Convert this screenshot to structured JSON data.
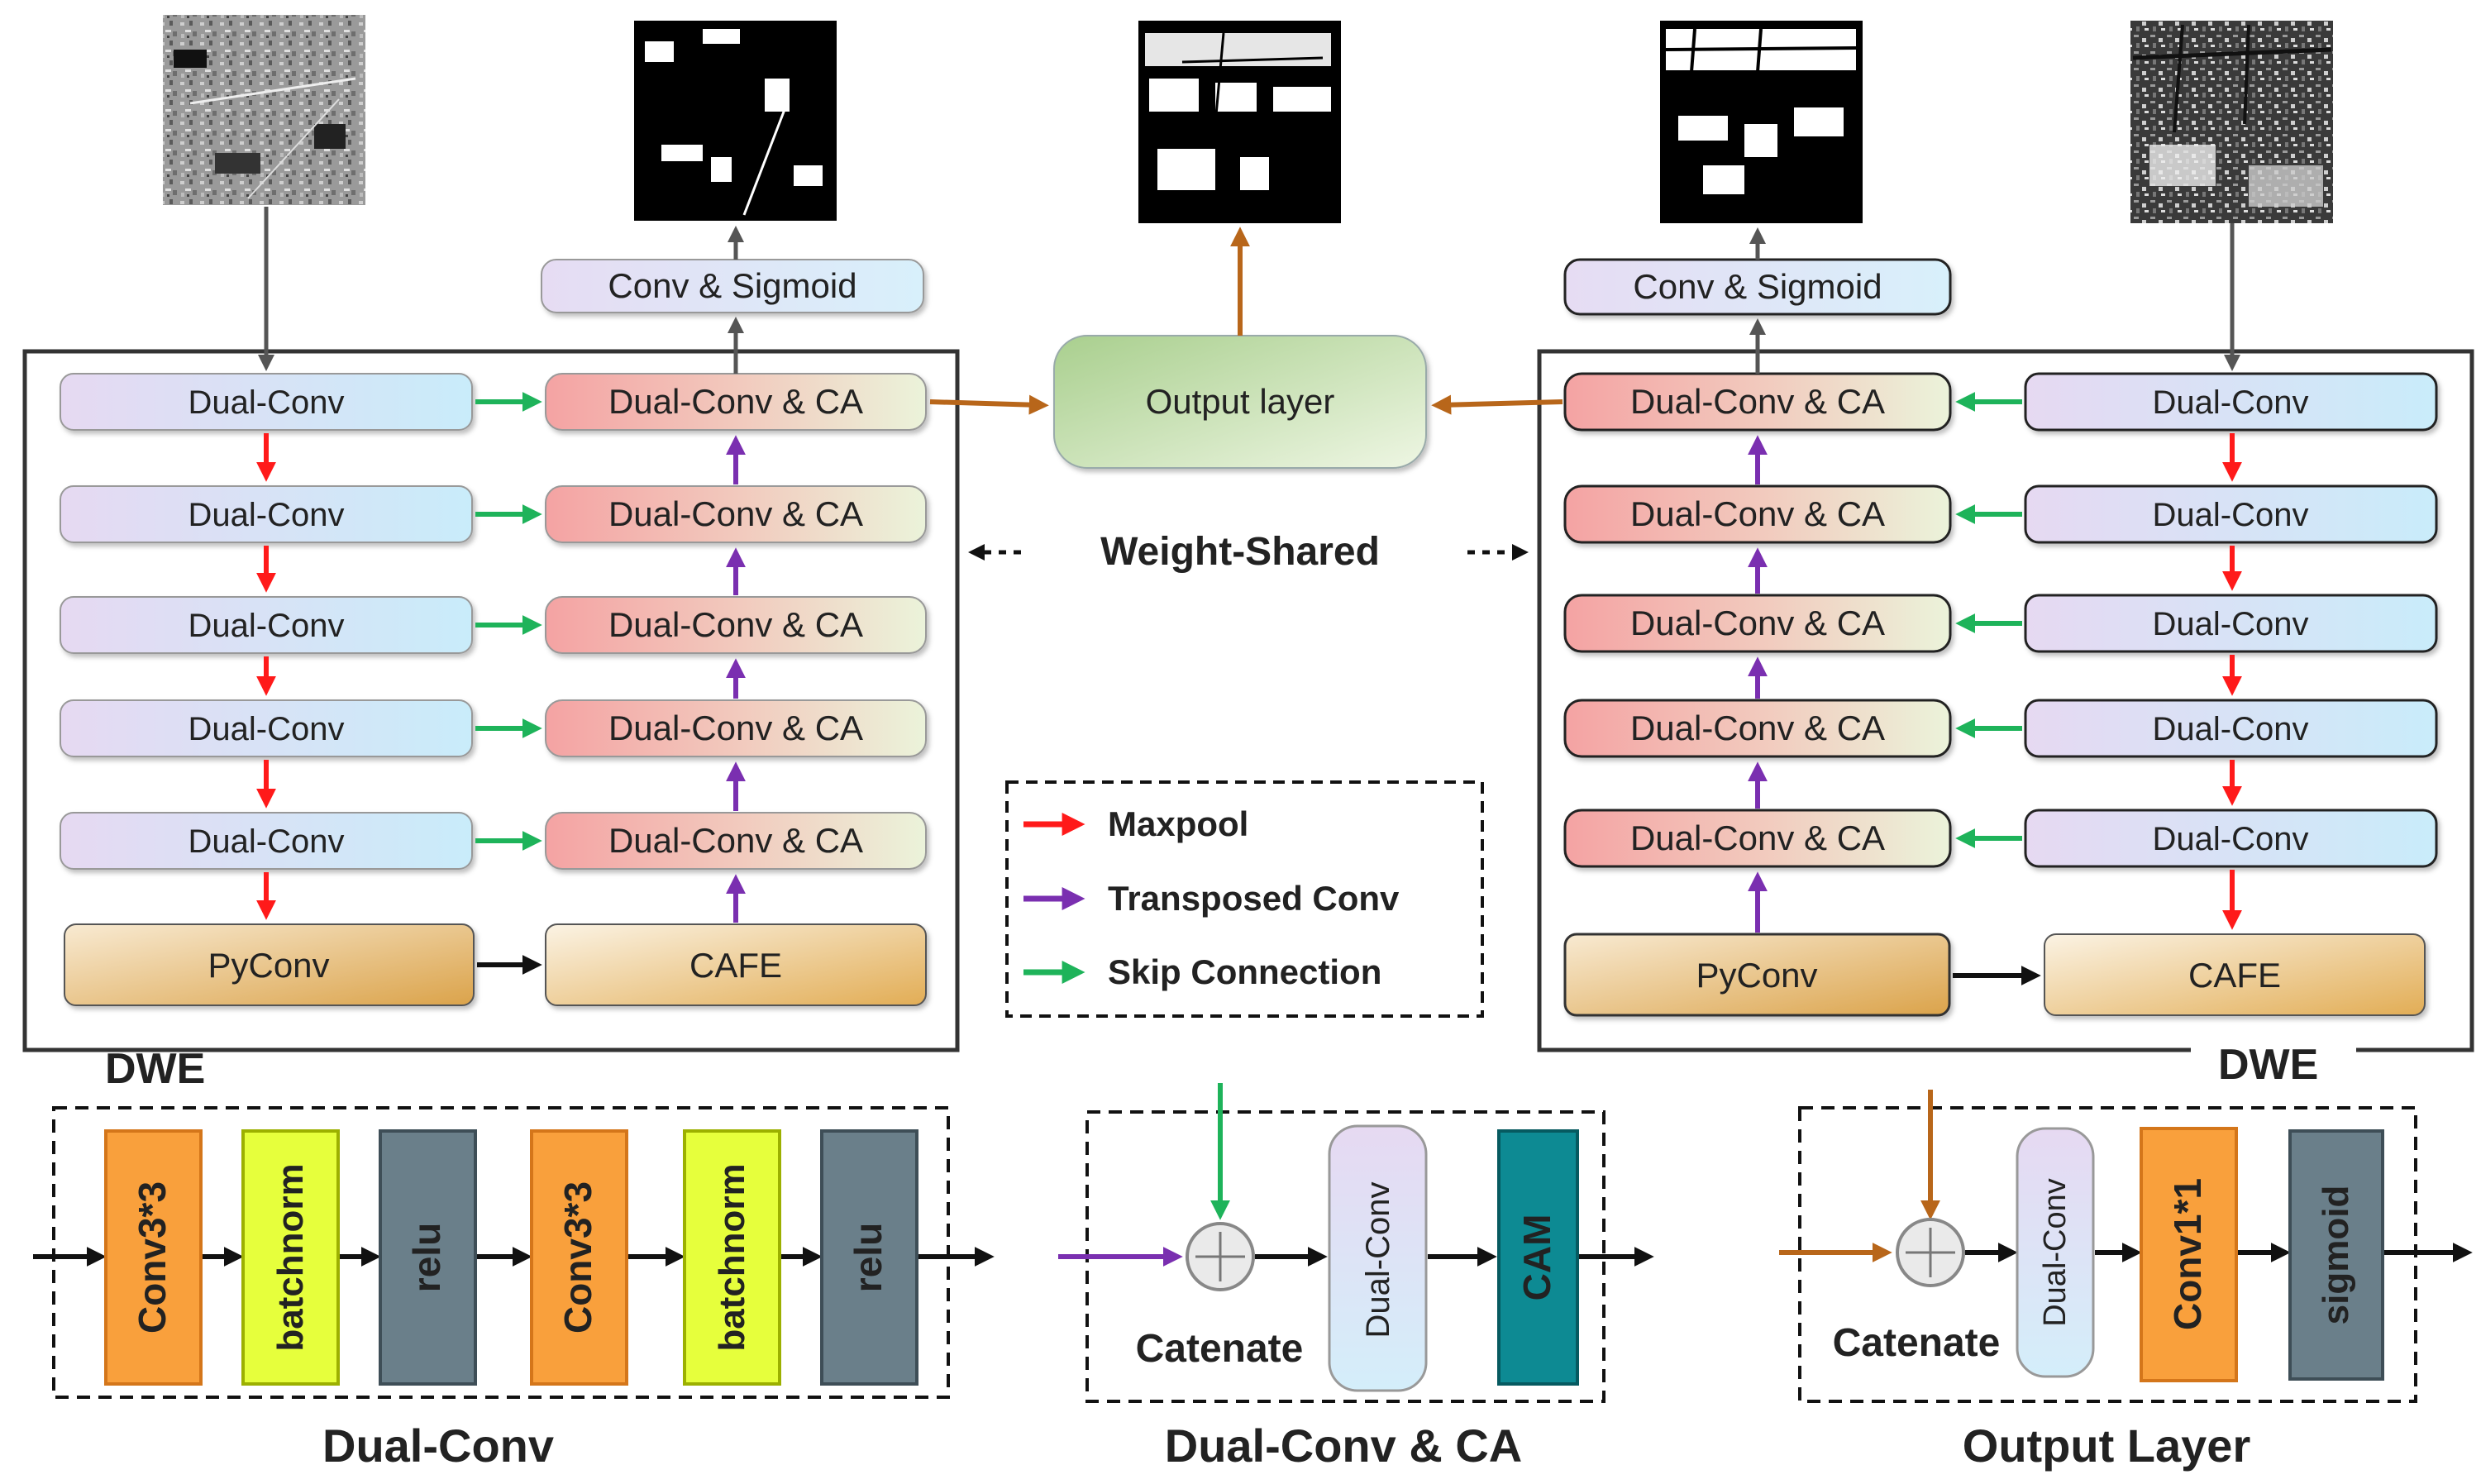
{
  "boxes": {
    "dual_conv": "Dual-Conv",
    "dual_conv_ca": "Dual-Conv & CA",
    "pyconv": "PyConv",
    "cafe": "CAFE",
    "conv_sigmoid": "Conv & Sigmoid",
    "output_layer": "Output layer"
  },
  "labels": {
    "weight_shared": "Weight-Shared",
    "dwe": "DWE"
  },
  "legend": {
    "maxpool": "Maxpool",
    "transposed": "Transposed Conv",
    "skip": "Skip Connection"
  },
  "details": {
    "conv33": "Conv3*3",
    "batchnorm": "batchnorm",
    "relu": "relu",
    "catenate": "Catenate",
    "cam": "CAM",
    "conv11": "Conv1*1",
    "sigmoid": "sigmoid",
    "caption_dualconv": "Dual-Conv",
    "caption_dualconv_ca": "Dual-Conv & CA",
    "caption_output": "Output Layer"
  },
  "colors": {
    "maxpool": "#ff1a1a",
    "transposed": "#7a2fb0",
    "skip": "#1eb35a",
    "output": "#b8661a",
    "gray": "#555555",
    "orange": "#f9a03c",
    "yellow": "#e6ff3c",
    "slate": "#6a7f8a",
    "teal": "#0d8a93"
  }
}
